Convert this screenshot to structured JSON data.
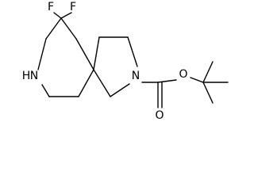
{
  "molecule": {
    "atoms": {
      "fluorine_1": "F",
      "fluorine_2": "F",
      "ring_nitrogen_piperidine": "N",
      "ring_nh_hydrogen": "H",
      "ring_nitrogen_pyrrolidine": "N",
      "ester_oxygen": "O",
      "carbonyl_oxygen": "O"
    }
  }
}
